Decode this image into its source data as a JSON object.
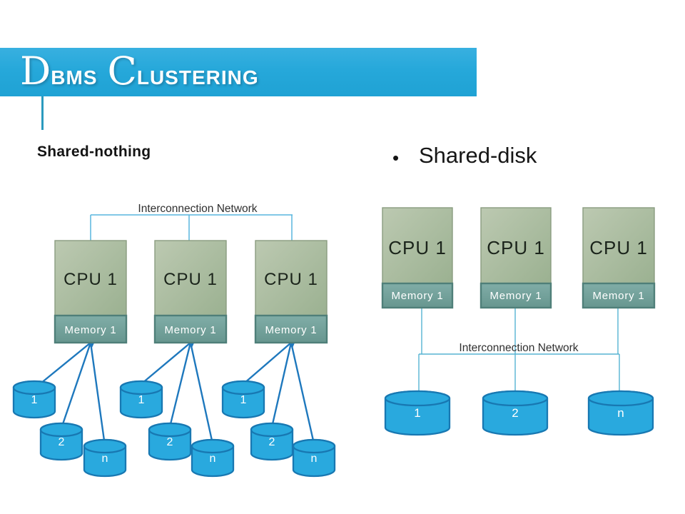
{
  "slide": {
    "title": {
      "d_large": "D",
      "d_rest": "BMS",
      "c_large": "C",
      "c_rest": "LUSTERING"
    }
  },
  "left_diagram": {
    "heading": "Shared-nothing",
    "network_label": "Interconnection Network",
    "nodes": [
      {
        "cpu_label": "CPU 1",
        "memory_label": "Memory 1",
        "disk_labels": [
          "1",
          "2",
          "n"
        ]
      },
      {
        "cpu_label": "CPU 1",
        "memory_label": "Memory 1",
        "disk_labels": [
          "1",
          "2",
          "n"
        ]
      },
      {
        "cpu_label": "CPU 1",
        "memory_label": "Memory 1",
        "disk_labels": [
          "1",
          "2",
          "n"
        ]
      }
    ]
  },
  "right_diagram": {
    "bullet": "•",
    "heading": "Shared-disk",
    "network_label": "Interconnection Network",
    "nodes": [
      {
        "cpu_label": "CPU 1",
        "memory_label": "Memory 1"
      },
      {
        "cpu_label": "CPU 1",
        "memory_label": "Memory 1"
      },
      {
        "cpu_label": "CPU 1",
        "memory_label": "Memory 1"
      }
    ],
    "disk_labels": [
      "1",
      "2",
      "n"
    ]
  },
  "colors": {
    "banner_blue": "#26a8da",
    "accent_teal": "#2b9abe",
    "cpu_green": "#a7bb9d",
    "memory_teal": "#6fa09b",
    "disk_blue": "#29a9de",
    "disk_border": "#1878b2",
    "connector_light_blue": "#58b5de",
    "connector_dark_blue": "#1e78bd",
    "heading_text": "#141414"
  }
}
